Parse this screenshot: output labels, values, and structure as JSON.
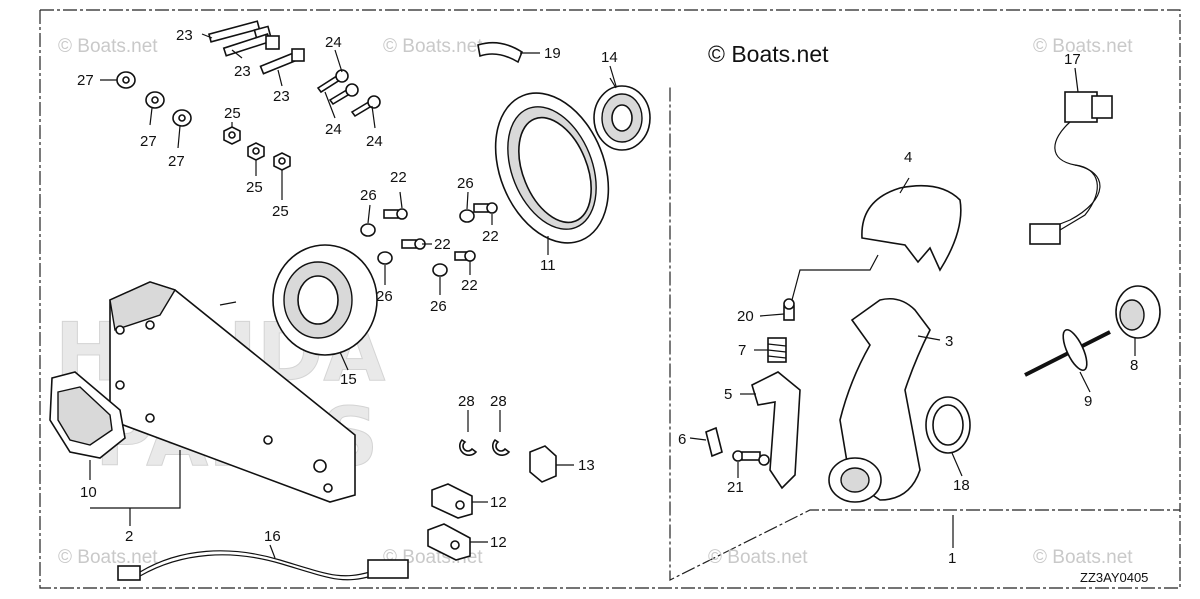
{
  "copyright": "© Boats.net",
  "watermark": "© Boats.net",
  "brand_watermark": [
    "HONDA",
    "PARTS"
  ],
  "diagram_code": "ZZ3AY0405",
  "callouts": {
    "c1": "1",
    "c2": "2",
    "c3": "3",
    "c4": "4",
    "c5": "5",
    "c6": "6",
    "c7": "7",
    "c8": "8",
    "c9": "9",
    "c10": "10",
    "c11": "11",
    "c12a": "12",
    "c12b": "12",
    "c13": "13",
    "c14": "14",
    "c15": "15",
    "c16": "16",
    "c17": "17",
    "c18": "18",
    "c19": "19",
    "c20": "20",
    "c21": "21",
    "c22a": "22",
    "c22b": "22",
    "c22c": "22",
    "c22d": "22",
    "c23a": "23",
    "c23b": "23",
    "c23c": "23",
    "c24a": "24",
    "c24b": "24",
    "c24c": "24",
    "c25a": "25",
    "c25b": "25",
    "c25c": "25",
    "c26a": "26",
    "c26b": "26",
    "c26c": "26",
    "c26d": "26",
    "c27a": "27",
    "c27b": "27",
    "c27c": "27",
    "c28a": "28",
    "c28b": "28"
  }
}
